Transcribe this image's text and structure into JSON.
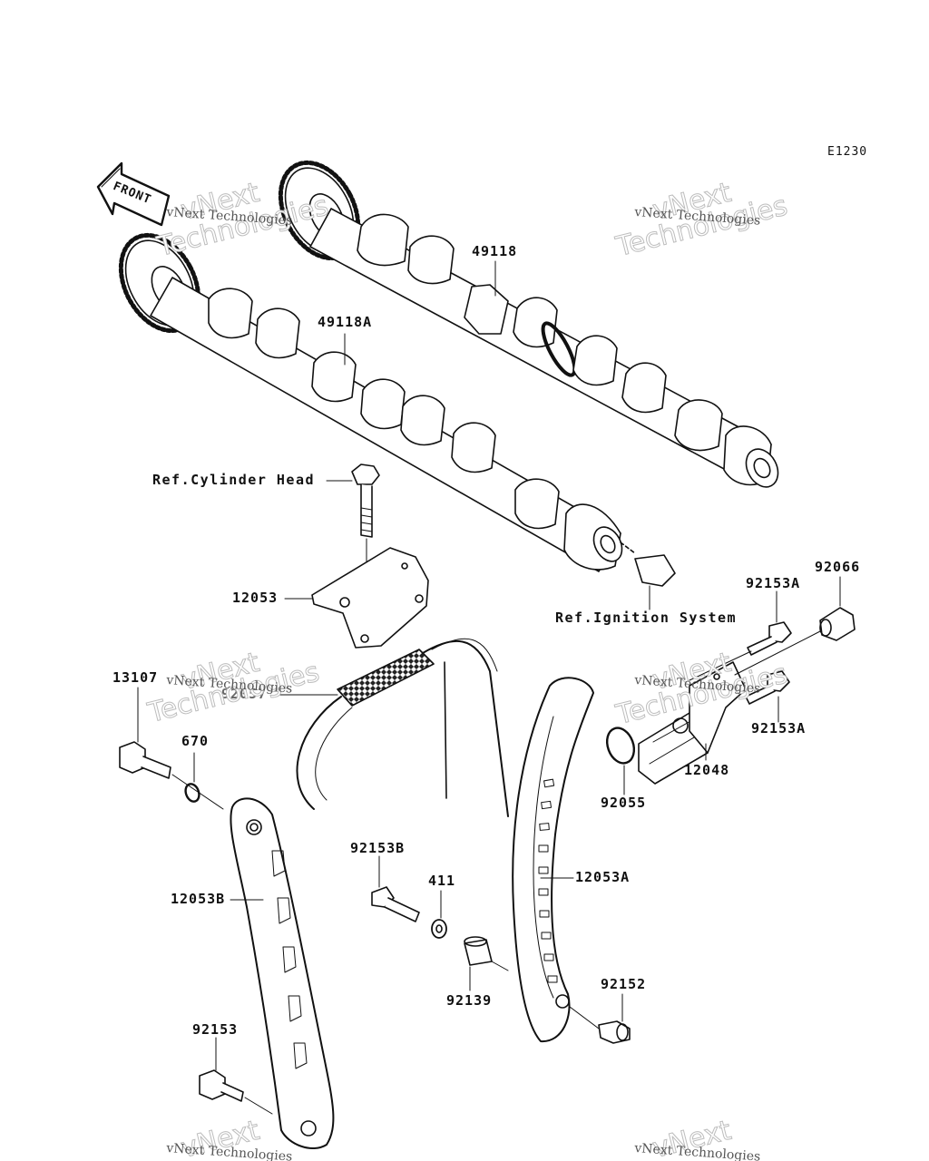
{
  "diagram_code": "E1230",
  "front_arrow_label": "FRONT",
  "parts": {
    "p49118": "49118",
    "p49118a": "49118A",
    "ref_cylinder_head": "Ref.Cylinder Head",
    "p12053": "12053",
    "ref_ignition_system": "Ref.Ignition System",
    "p92153a_top": "92153A",
    "p92066": "92066",
    "p92057": "92057",
    "p13107": "13107",
    "p670": "670",
    "p92153a_bottom": "92153A",
    "p12048": "12048",
    "p92055": "92055",
    "p92153b": "92153B",
    "p411": "411",
    "p12053a": "12053A",
    "p12053b": "12053B",
    "p92139": "92139",
    "p92152": "92152",
    "p92153": "92153"
  },
  "watermark": {
    "line1": "vNext",
    "line2": "Technologies",
    "small": "vNext Technologies"
  }
}
